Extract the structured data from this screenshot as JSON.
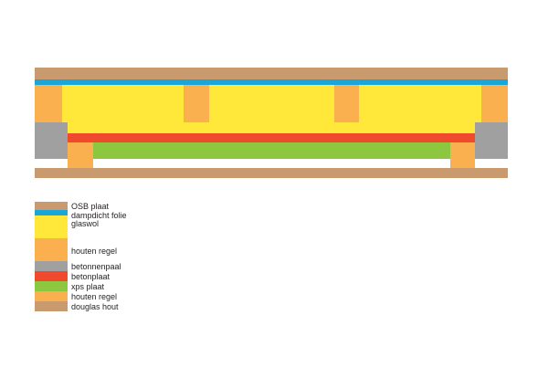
{
  "colors": {
    "osb": "#C99A6E",
    "dampdicht": "#1BA6D9",
    "glaswol": "#FFE83A",
    "houten_regel": "#FBB04F",
    "beton_paal": "#A0A0A0",
    "betonplaat": "#EF4A2D",
    "xps": "#8DC63F",
    "douglas": "#C99A6E",
    "background": "#FFFFFF",
    "text": "#231F20"
  },
  "legend": [
    {
      "label": "OSB plaat",
      "color": "#C99A6E"
    },
    {
      "label": "dampdicht folie",
      "color": "#1BA6D9"
    },
    {
      "label": "glaswol",
      "color": "#FFE83A"
    },
    {
      "label": "houten regel",
      "color": "#FBB04F"
    },
    {
      "label": "betonnenpaal",
      "color": "#A0A0A0"
    },
    {
      "label": "betonplaat",
      "color": "#EF4A2D"
    },
    {
      "label": "xps plaat",
      "color": "#8DC63F"
    },
    {
      "label": "houten regel",
      "color": "#FBB04F"
    },
    {
      "label": "douglas hout",
      "color": "#C99A6E"
    }
  ]
}
